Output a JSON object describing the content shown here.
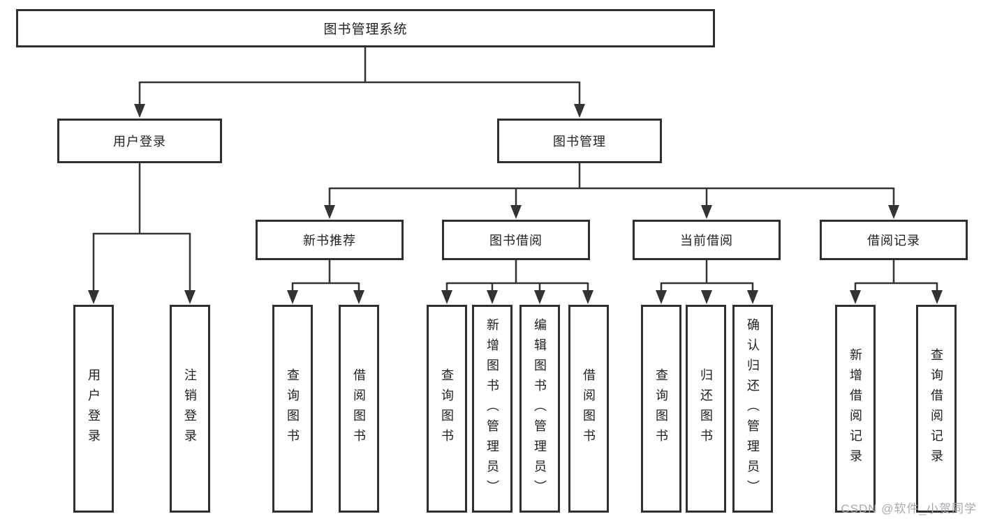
{
  "diagram": {
    "root": {
      "label": "图书管理系统"
    },
    "level2": [
      {
        "label": "用户登录"
      },
      {
        "label": "图书管理"
      }
    ],
    "level3": [
      {
        "label": "新书推荐"
      },
      {
        "label": "图书借阅"
      },
      {
        "label": "当前借阅"
      },
      {
        "label": "借阅记录"
      }
    ],
    "leaves": {
      "user_login": [
        "用户登录",
        "注销登录"
      ],
      "new_books": [
        "查询图书",
        "借阅图书"
      ],
      "book_borrow": [
        "查询图书",
        "新增图书（管理员）",
        "编辑图书（管理员）",
        "借阅图书"
      ],
      "current_borrow": [
        "查询图书",
        "归还图书",
        "确认归还（管理员）"
      ],
      "borrow_records": [
        "新增借阅记录",
        "查询借阅记录"
      ]
    }
  },
  "watermark": "CSDN @软件_小贺同学",
  "colors": {
    "line": "#333333",
    "box_border": "#2f2f2f",
    "text": "#1f1f1f",
    "watermark": "#a8a8b0",
    "background": "#ffffff"
  }
}
